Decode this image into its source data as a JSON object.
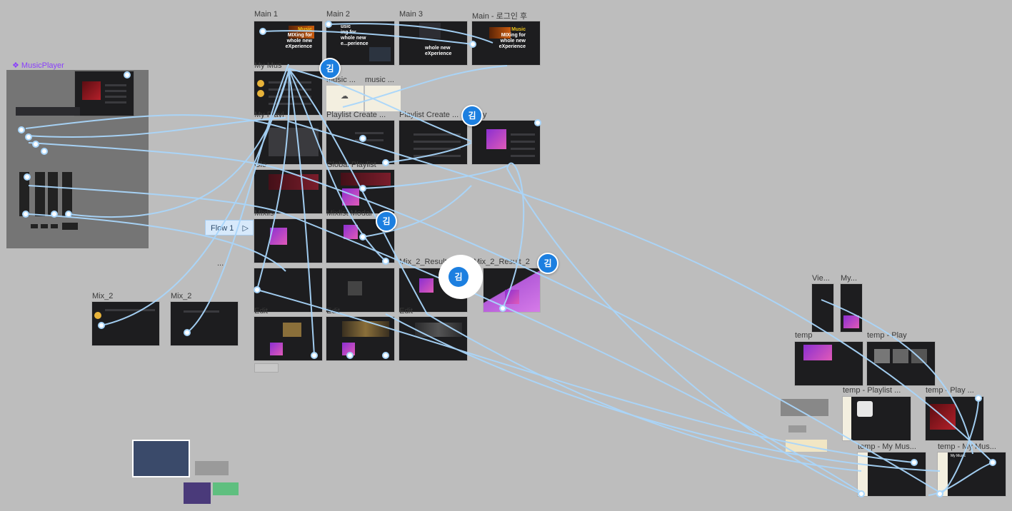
{
  "canvas": {
    "background": "#bdbdbd",
    "link_color": "#a9d6fb"
  },
  "component": {
    "label": "❖ MusicPlayer"
  },
  "flow": {
    "label": "Flow 1",
    "icon": "play-triangle-icon"
  },
  "avatar_initial": "김",
  "hero": {
    "line1": "Music",
    "line2": "MIXing for",
    "line3": "whole new eXperience"
  },
  "hero_partial": {
    "line1": "usic",
    "line2": "ing for",
    "line3": "whole new e...perience"
  },
  "labels": {
    "main1": "Main 1",
    "main2": "Main 2",
    "main3": "Main 3",
    "main_login": "Main - 로그인 후",
    "my_music": "My Mus",
    "music_a": "music ...",
    "music_b": "music ...",
    "my_playlist": "My Playl",
    "playlist_create_a": "Playlist Create ...",
    "playlist_create_b": "Playlist Create ...",
    "play": "y",
    "global": "Glo",
    "global_playlist": "Global Playlist",
    "mixlist": "Mixlist",
    "mixlist_modal": "Mixlist Modal",
    "mix2_result1": "Mix_2_Result_",
    "mix2_result2": "Mix_2_Result_2",
    "dots": "...",
    "mix2": "Mix_2",
    "mix2b": "Mix_2",
    "edit1": "Edit",
    "edit2": "Edit",
    "edit3": "Edit",
    "view": "Vie...",
    "my": "My...",
    "temp": "temp",
    "temp_play": "temp - Play",
    "temp_playlist": "temp - Playlist ...",
    "temp_play2": "temp - Play ...",
    "temp_mymusic1": "temp - My Mus...",
    "temp_mymusic2": "temp - My Mus..."
  },
  "thumb_text": {
    "my_music": "My Music",
    "mixing_partial": "MIXing for"
  }
}
